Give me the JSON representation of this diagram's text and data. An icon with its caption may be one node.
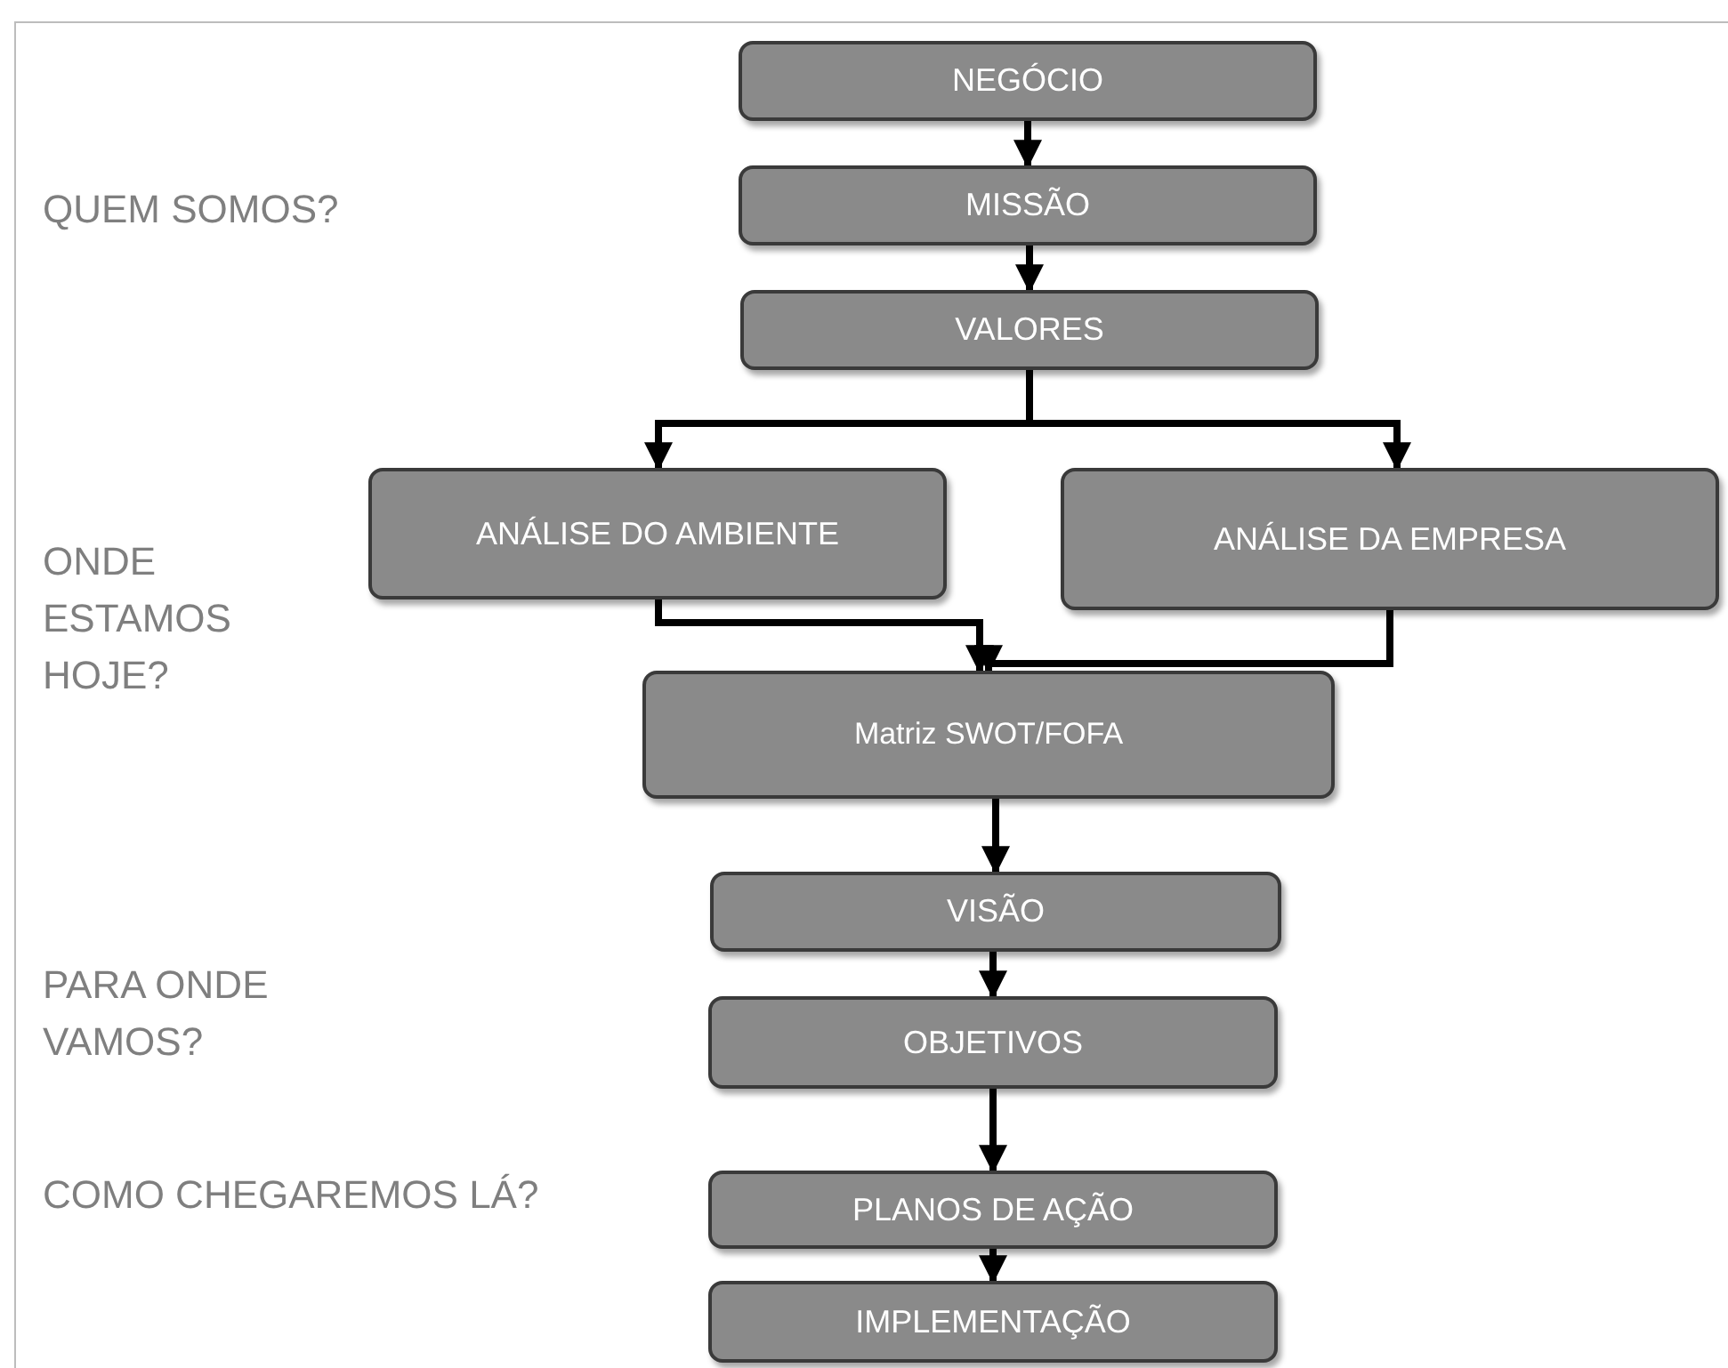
{
  "diagram": {
    "nodes": [
      {
        "text": [
          "NEGÓCIO"
        ]
      },
      {
        "text": [
          "MISSÃO"
        ]
      },
      {
        "text": [
          "VALORES"
        ]
      },
      {
        "text": [
          "ANÁLISE DO AMBIENTE"
        ]
      },
      {
        "text": [
          "ANÁLISE DA EMPRESA"
        ]
      },
      {
        "text": [
          "Matriz SWOT/FOFA"
        ]
      },
      {
        "text": [
          "VISÃO"
        ]
      },
      {
        "text": [
          "OBJETIVOS"
        ]
      },
      {
        "text": [
          "PLANOS DE AÇÃO"
        ]
      },
      {
        "text": [
          "IMPLEMENTAÇÃO"
        ]
      }
    ],
    "edges": [
      {
        "from": 0,
        "to": 1,
        "arrow": "to"
      },
      {
        "from": 1,
        "to": 2,
        "arrow": "to"
      },
      {
        "from": 2,
        "to": 3,
        "arrow": "to"
      },
      {
        "from": 2,
        "to": 4,
        "arrow": "to"
      },
      {
        "from": 3,
        "to": 5,
        "arrow": "to"
      },
      {
        "from": 4,
        "to": 5,
        "arrow": "to"
      },
      {
        "from": 5,
        "to": 6,
        "arrow": "to"
      },
      {
        "from": 6,
        "to": 7,
        "arrow": "to"
      },
      {
        "from": 7,
        "to": 8,
        "arrow": "to"
      },
      {
        "from": 8,
        "to": 9,
        "arrow": "to"
      }
    ],
    "labels": [
      "QUEM SOMOS?",
      "ONDE ESTAMOS HOJE?",
      "PARA ONDE VAMOS?",
      "COMO CHEGAREMOS LÁ?"
    ]
  }
}
